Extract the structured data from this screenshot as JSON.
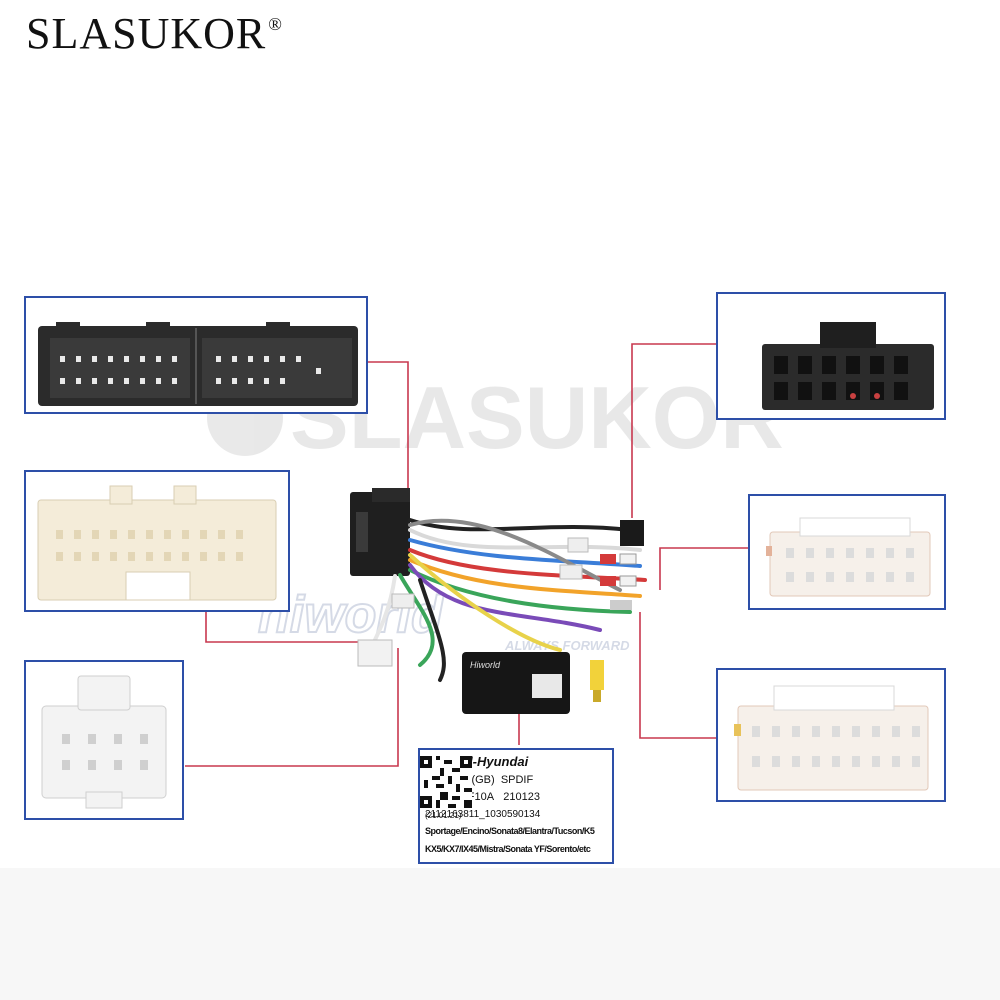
{
  "brand": {
    "name": "SLASUKOR",
    "registered": "®"
  },
  "watermark": {
    "text": "SLASUKOR",
    "logo_text": "hiworld",
    "tagline": "ALWAYS FORWARD"
  },
  "module": {
    "brand": "Hiworld"
  },
  "label": {
    "title": "Hiworld-Hyundai",
    "model": "HYF2.20 (GB)",
    "spdif": "SPDIF",
    "code": "H1S8HYF10A",
    "date": "210123",
    "serial": "2112163811_1030590134",
    "stamp": "(21.01.21)",
    "models_line1": "Sportage/Encino/Sonata8/Elantra/Tucson/K5",
    "models_line2": "KX5/KX7/IX45/Mistra/Sonata YF/Sorento/etc"
  },
  "colors": {
    "frame": "#2d4fa8",
    "leader": "#c8384f"
  }
}
